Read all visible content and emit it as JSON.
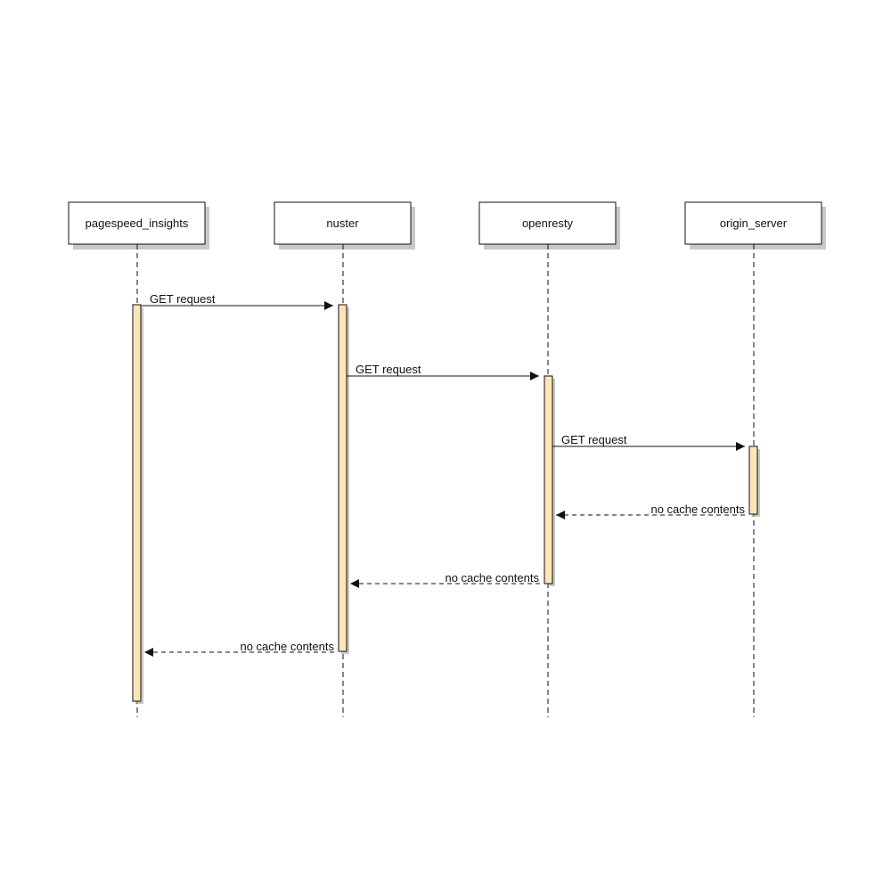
{
  "participants": [
    {
      "id": "p0",
      "name": "pagespeed_insights"
    },
    {
      "id": "p1",
      "name": "nuster"
    },
    {
      "id": "p2",
      "name": "openresty"
    },
    {
      "id": "p3",
      "name": "origin_server"
    }
  ],
  "messages": [
    {
      "from": "p0",
      "to": "p1",
      "label": "GET request",
      "style": "solid"
    },
    {
      "from": "p1",
      "to": "p2",
      "label": "GET request",
      "style": "solid"
    },
    {
      "from": "p2",
      "to": "p3",
      "label": "GET request",
      "style": "solid"
    },
    {
      "from": "p3",
      "to": "p2",
      "label": "no cache contents",
      "style": "dashed"
    },
    {
      "from": "p2",
      "to": "p1",
      "label": "no cache contents",
      "style": "dashed"
    },
    {
      "from": "p1",
      "to": "p0",
      "label": "no cache contents",
      "style": "dashed"
    }
  ],
  "colors": {
    "activation_fill": "#fde5b8",
    "line": "#111111",
    "shadow": "#9a9a9a"
  }
}
